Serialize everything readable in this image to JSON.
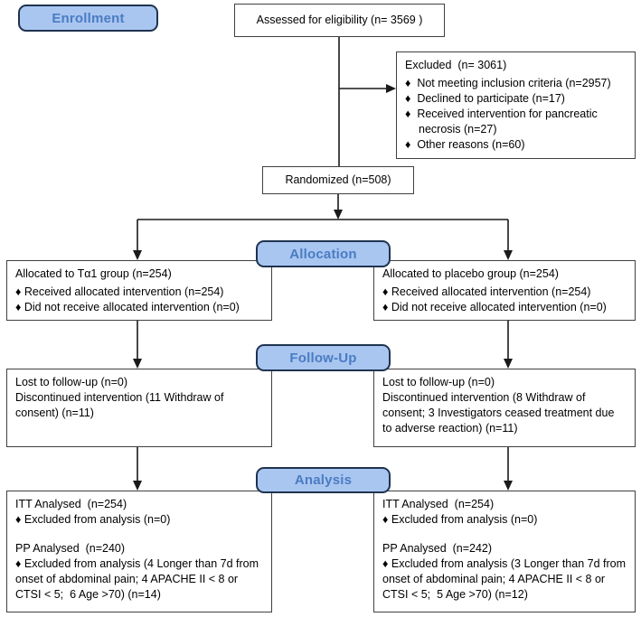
{
  "badges": {
    "enrollment": "Enrollment",
    "allocation": "Allocation",
    "follow_up": "Follow-Up",
    "analysis": "Analysis"
  },
  "colors": {
    "badge_fill": "#a9c6f1",
    "badge_border": "#1f3350",
    "badge_text": "#4a7cc2",
    "box_border": "#404040",
    "line": "#1a1a1a"
  },
  "boxes": {
    "assessed": {
      "text": "Assessed for eligibility (n= 3569 )"
    },
    "excluded": {
      "title": "Excluded  (n= 3061)",
      "bullets": [
        "♦  Not meeting inclusion criteria (n=2957)",
        "♦  Declined to participate (n=17)",
        "♦  Received intervention for pancreatic necrosis (n=27)",
        "♦  Other reasons (n=60)"
      ]
    },
    "randomized": {
      "text": "Randomized (n=508)"
    },
    "alloc_left": {
      "title": "Allocated to Tα1 group (n=254)",
      "bullets": [
        "♦ Received allocated intervention (n=254)",
        "♦ Did not receive allocated intervention (n=0)"
      ]
    },
    "alloc_right": {
      "title": "Allocated to placebo group (n=254)",
      "bullets": [
        "♦ Received allocated intervention (n=254)",
        "♦ Did not receive allocated intervention (n=0)"
      ]
    },
    "fu_left": {
      "lines": [
        "Lost to follow-up (n=0)",
        "Discontinued intervention (11 Withdraw of consent) (n=11)"
      ]
    },
    "fu_right": {
      "lines": [
        "Lost to follow-up (n=0)",
        "Discontinued intervention (8 Withdraw of consent; 3 Investigators ceased treatment due to adverse reaction) (n=11)"
      ]
    },
    "an_left": {
      "itt_title": "ITT Analysed  (n=254)",
      "itt_bullet": "♦ Excluded from analysis (n=0)",
      "pp_title": "PP Analysed  (n=240)",
      "pp_bullet": "♦ Excluded from analysis (4 Longer than 7d from onset of abdominal pain; 4 APACHE II < 8 or CTSI < 5;  6 Age >70) (n=14)"
    },
    "an_right": {
      "itt_title": "ITT Analysed  (n=254)",
      "itt_bullet": "♦ Excluded from analysis (n=0)",
      "pp_title": "PP Analysed  (n=242)",
      "pp_bullet": "♦ Excluded from analysis (3 Longer than 7d from onset of abdominal pain; 4 APACHE II < 8 or CTSI < 5;  5 Age >70) (n=12)"
    }
  }
}
